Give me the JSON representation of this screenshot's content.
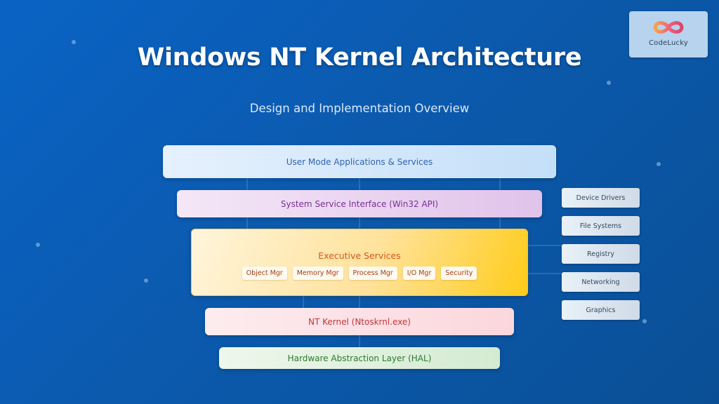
{
  "logo": {
    "text": "CodeLucky",
    "icon": "infinity-loop-icon"
  },
  "title": "Windows NT Kernel Architecture",
  "subtitle": "Design and Implementation Overview",
  "layers": {
    "user_mode": "User Mode Applications & Services",
    "system_service_interface": "System Service Interface (Win32 API)",
    "executive": {
      "title": "Executive Services",
      "components": [
        "Object Mgr",
        "Memory Mgr",
        "Process Mgr",
        "I/O Mgr",
        "Security"
      ]
    },
    "nt_kernel": "NT Kernel (Ntoskrnl.exe)",
    "hal": "Hardware Abstraction Layer (HAL)"
  },
  "side_components": [
    "Device Drivers",
    "File Systems",
    "Registry",
    "Networking",
    "Graphics"
  ],
  "colors": {
    "background": "#0a5fbd",
    "user_mode": "#2f62b4",
    "system_service_interface": "#7a2f97",
    "executive": "#d9541a",
    "nt_kernel": "#c8323a",
    "hal": "#2e7a2f"
  }
}
